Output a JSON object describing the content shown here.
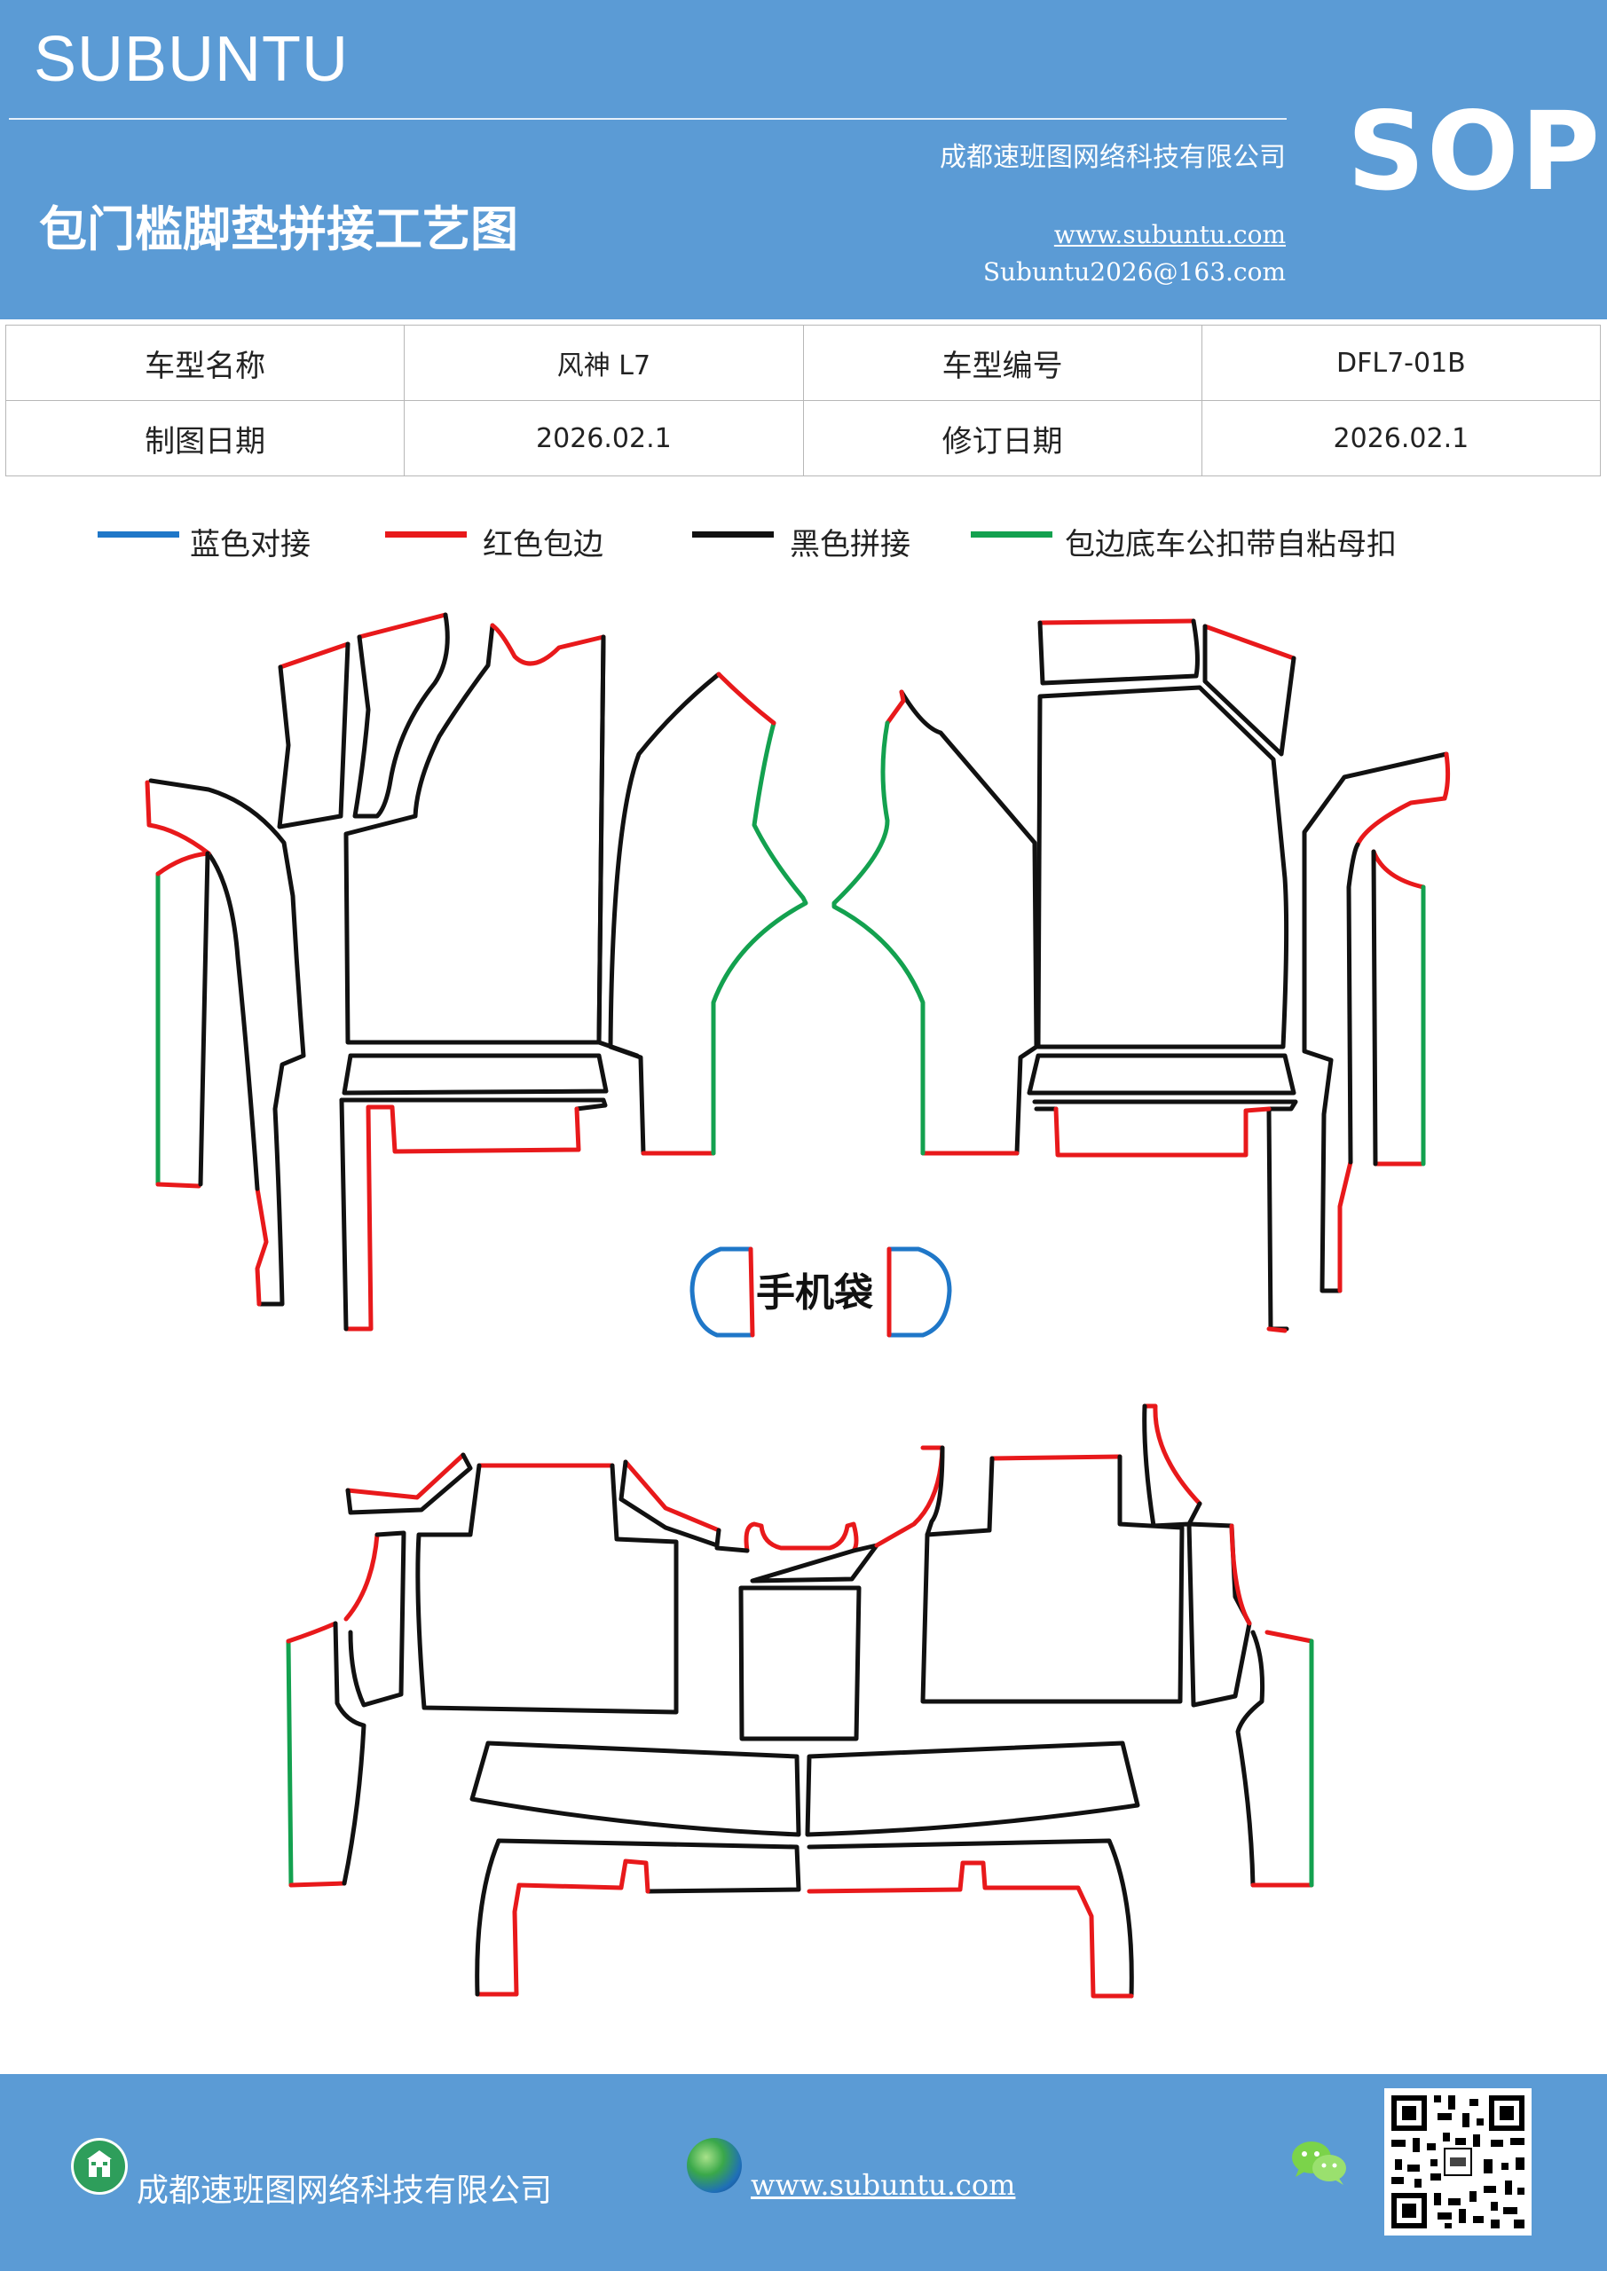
{
  "header": {
    "brand": "SUBUNTU",
    "doc_title": "包门槛脚垫拼接工艺图",
    "company": "成都速班图网络科技有限公司",
    "website": "www.subuntu.com",
    "email": "Subuntu2026@163.com",
    "badge": "SOP"
  },
  "info_table": {
    "rows": [
      [
        "车型名称",
        "风神 L7",
        "车型编号",
        "DFL7-01B"
      ],
      [
        "制图日期",
        "2026.02.1",
        "修订日期",
        "2026.02.1"
      ]
    ]
  },
  "legend": [
    {
      "label": "蓝色对接",
      "color": "#1f77c8"
    },
    {
      "label": "红色包边",
      "color": "#e8191b"
    },
    {
      "label": "黑色拼接",
      "color": "#111111"
    },
    {
      "label": "包边底车公扣带自粘母扣",
      "color": "#13a14f"
    }
  ],
  "diagram": {
    "phone_pocket_label": "手机袋"
  },
  "footer": {
    "company": "成都速班图网络科技有限公司",
    "website": "www.subuntu.com",
    "icons": [
      "building-icon",
      "globe-icon",
      "wechat-icon",
      "qr-code"
    ]
  }
}
